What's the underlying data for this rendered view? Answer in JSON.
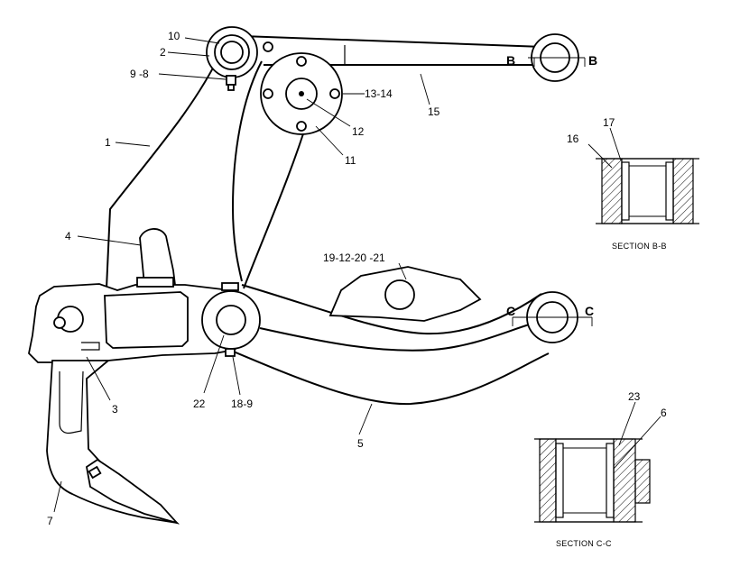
{
  "callouts": {
    "c1": "1",
    "c2": "2",
    "c3": "3",
    "c4": "4",
    "c5": "5",
    "c6": "6",
    "c7": "7",
    "c8": "9 -8",
    "c10": "10",
    "c11": "11",
    "c12": "12",
    "c13": "13-14",
    "c15": "15",
    "c16": "16",
    "c17": "17",
    "c18": "18-9",
    "c19": "19-12-20 -21",
    "c22": "22",
    "c23": "23"
  },
  "section_markers": {
    "b_left": "B",
    "b_right": "B",
    "c_left": "C",
    "c_right": "C"
  },
  "section_captions": {
    "bb": "SECTION  B-B",
    "cc": "SECTION  C-C"
  }
}
